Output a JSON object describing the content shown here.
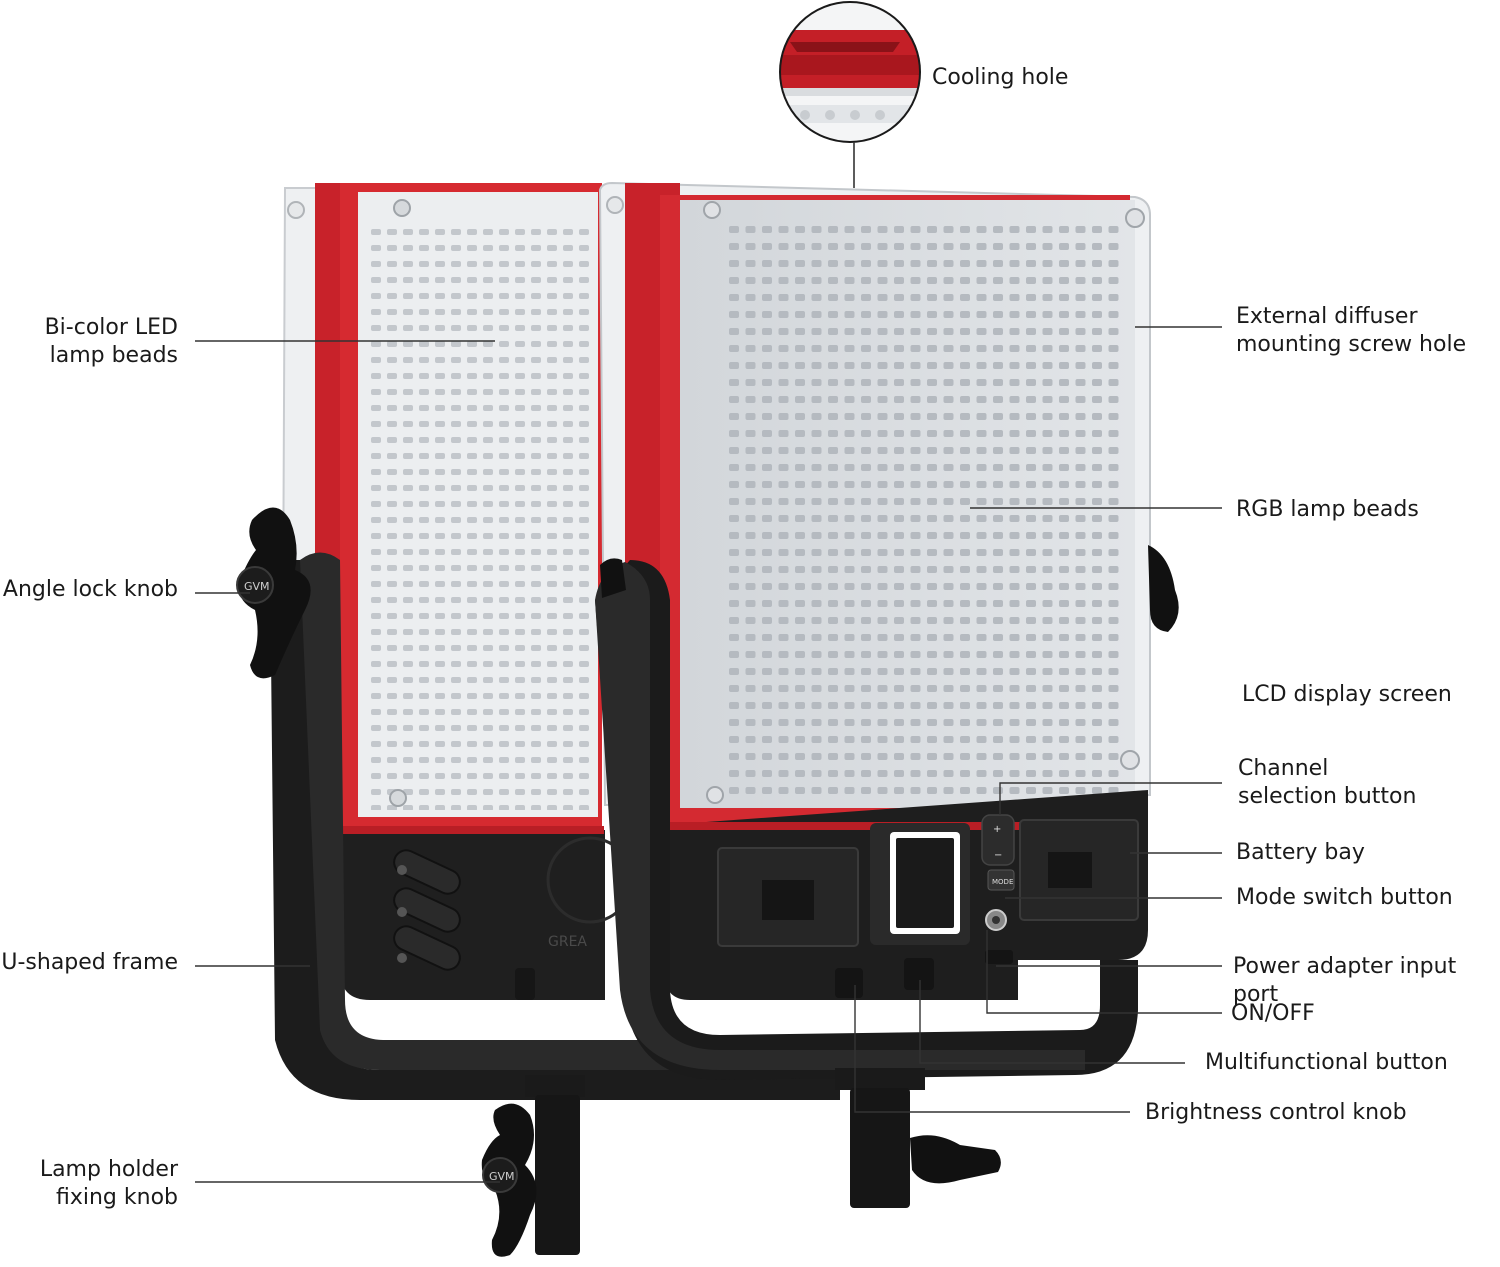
{
  "labels": {
    "cooling_hole": "Cooling hole",
    "bicolor_led": "Bi-color LED\nlamp beads",
    "angle_lock": "Angle lock knob",
    "u_frame": "U-shaped frame",
    "lamp_holder_knob": "Lamp holder\nfixing knob",
    "external_diffuser": "External diffuser\nmounting screw hole",
    "rgb_beads": "RGB lamp beads",
    "lcd_screen": "LCD display screen",
    "channel_button": "Channel\nselection button",
    "battery_bay": "Battery bay",
    "mode_button": "Mode switch button",
    "power_port": "Power adapter input port",
    "on_off": "ON/OFF",
    "multifunction": "Multifunctional button",
    "brightness_knob": "Brightness control knob"
  },
  "device_text": {
    "brand_mark": "GVM",
    "mode_key": "MODE",
    "partial_logo": "GREA"
  },
  "colors": {
    "housing_red": "#c8222a",
    "frame_black": "#1c1c1c",
    "panel_grey": "#d9dcdf",
    "bead": "#b7bcc2",
    "leader_line": "#333333"
  }
}
